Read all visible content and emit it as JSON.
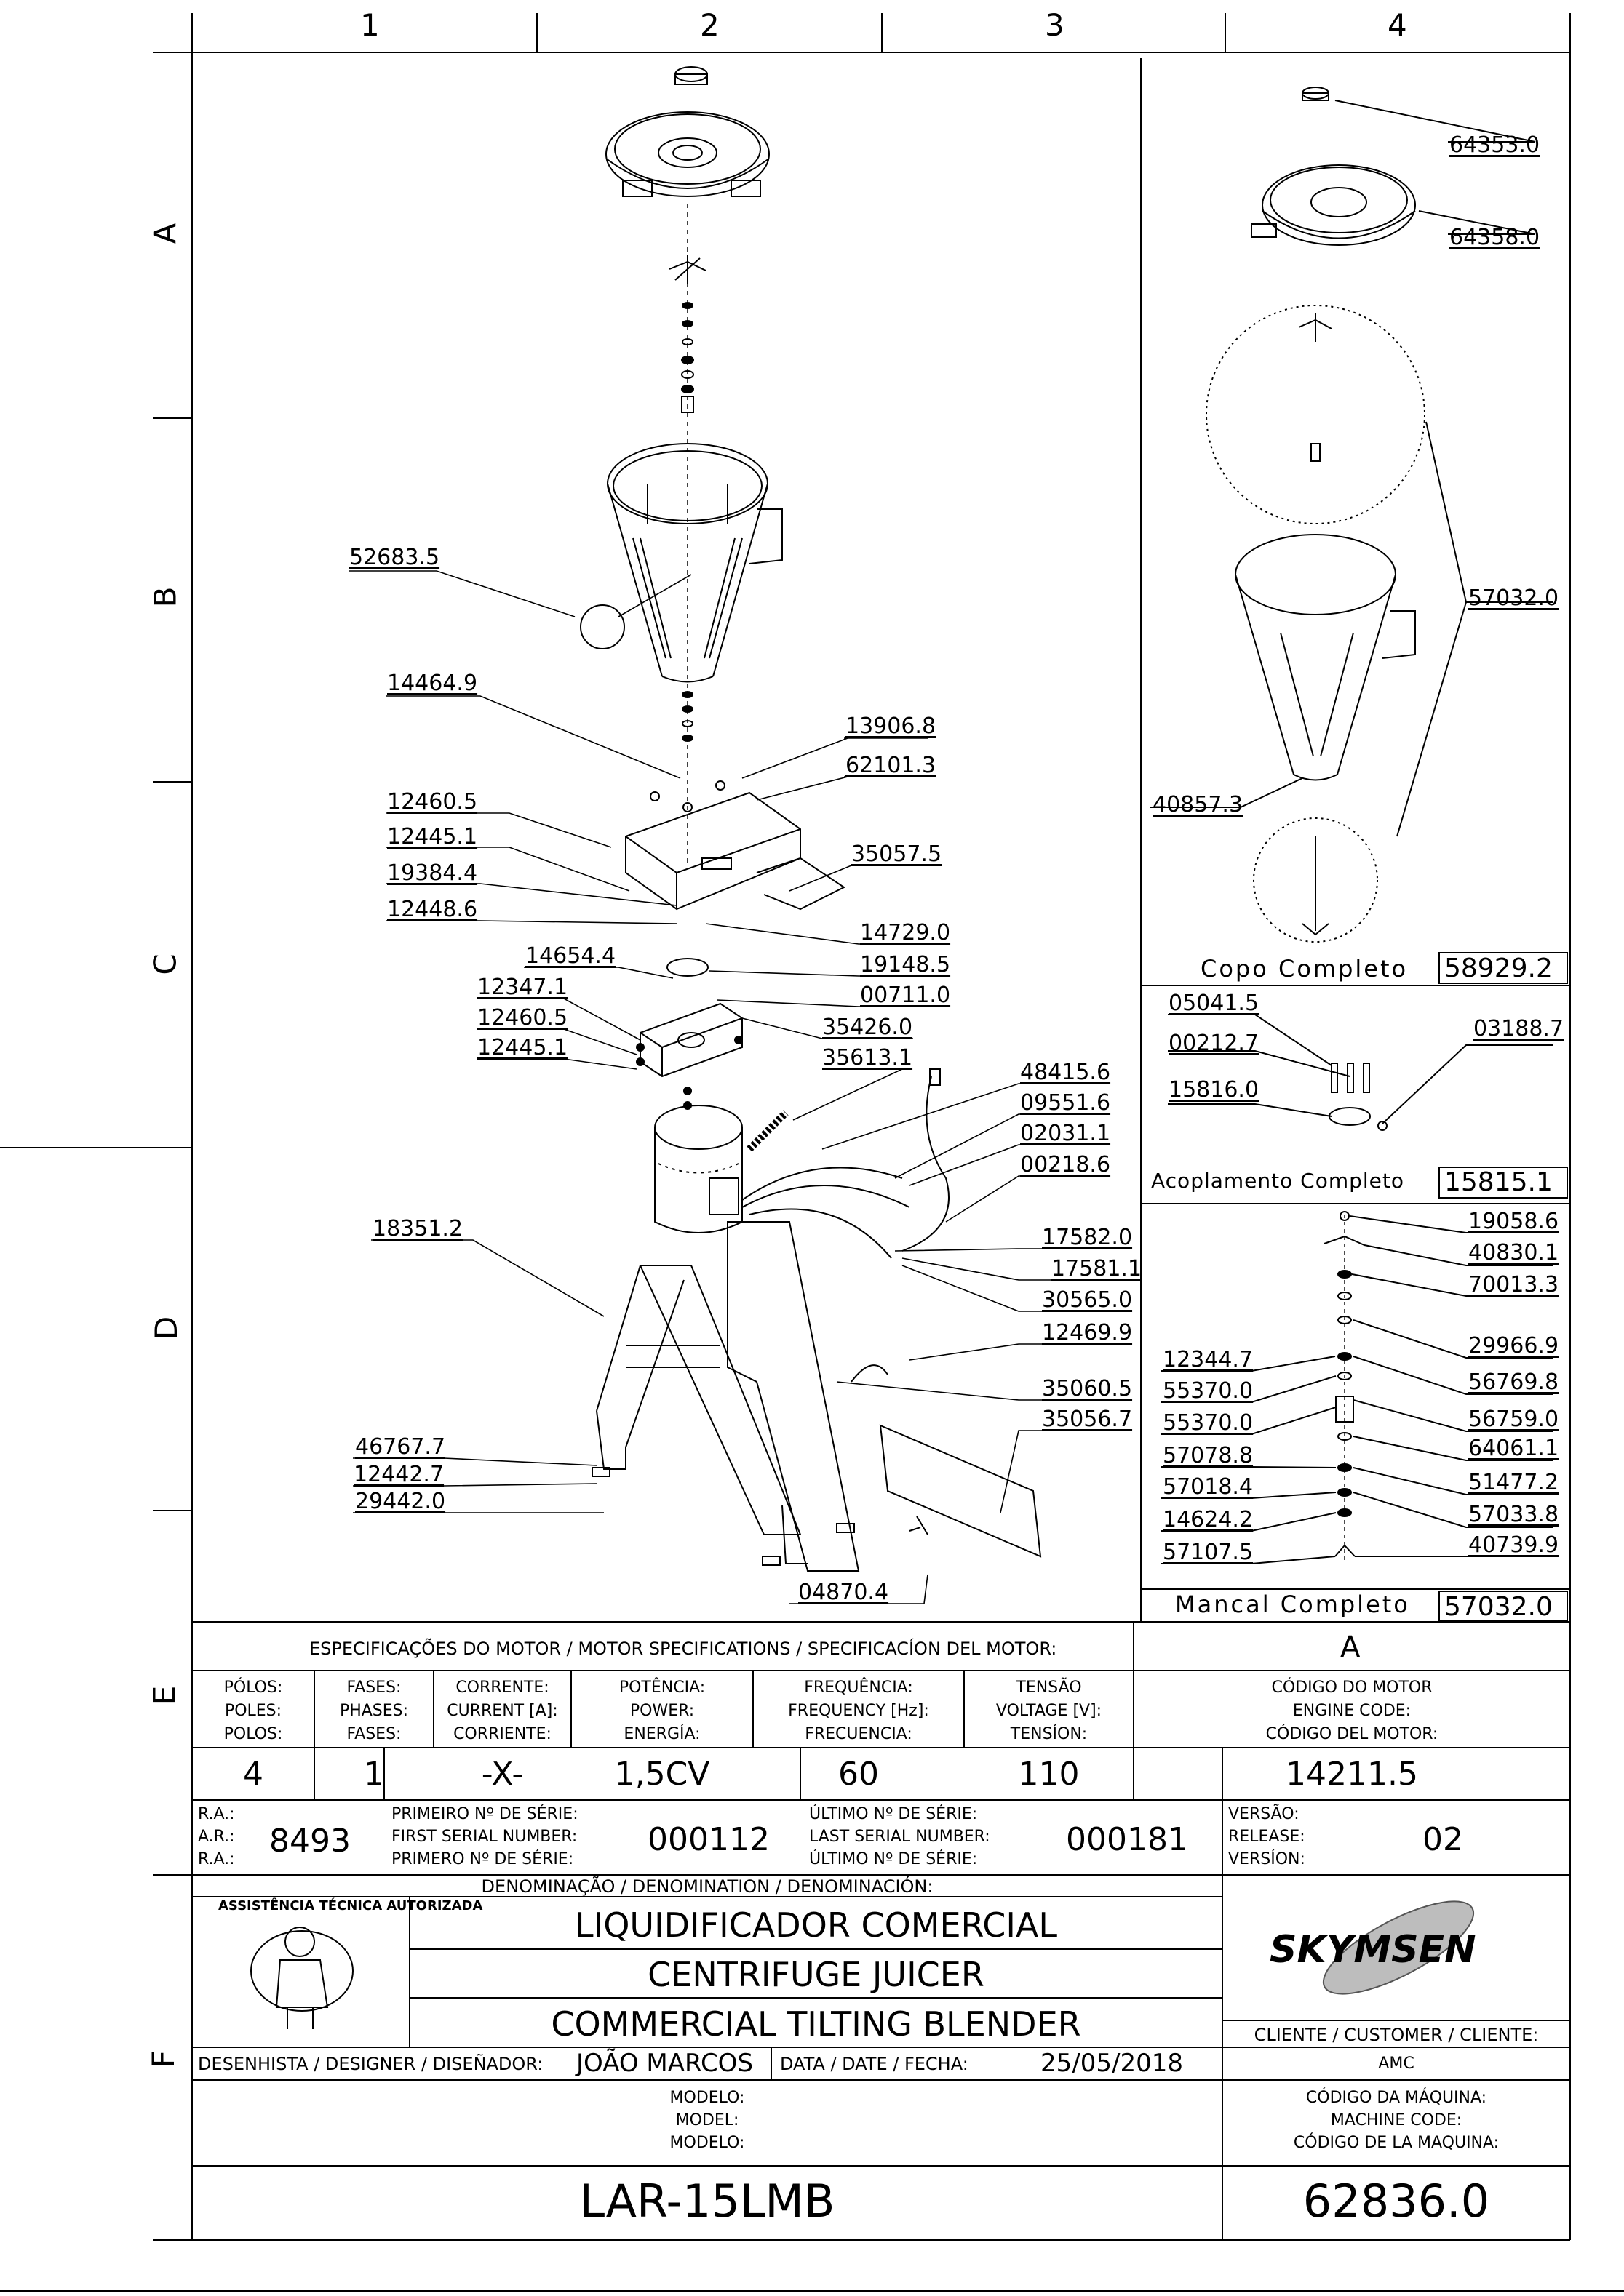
{
  "grid": {
    "columns": [
      "1",
      "2",
      "3",
      "4"
    ],
    "rows": [
      "A",
      "B",
      "C",
      "D",
      "E",
      "F"
    ]
  },
  "assemblies": {
    "copo": {
      "label": "Copo Completo",
      "code": "58929.2"
    },
    "acoplamento": {
      "label": "Acoplamento Completo",
      "code": "15815.1"
    },
    "mancal": {
      "label": "Mancal Completo",
      "code": "57032.0"
    }
  },
  "main_parts": [
    {
      "code": "52683.5"
    },
    {
      "code": "14464.9"
    },
    {
      "code": "13906.8"
    },
    {
      "code": "62101.3"
    },
    {
      "code": "12460.5"
    },
    {
      "code": "12445.1"
    },
    {
      "code": "35057.5"
    },
    {
      "code": "19384.4"
    },
    {
      "code": "12448.6"
    },
    {
      "code": "14729.0"
    },
    {
      "code": "14654.4"
    },
    {
      "code": "19148.5"
    },
    {
      "code": "12347.1"
    },
    {
      "code": "00711.0"
    },
    {
      "code": "12460.5"
    },
    {
      "code": "35426.0"
    },
    {
      "code": "12445.1"
    },
    {
      "code": "35613.1"
    },
    {
      "code": "48415.6"
    },
    {
      "code": "09551.6"
    },
    {
      "code": "02031.1"
    },
    {
      "code": "00218.6"
    },
    {
      "code": "18351.2"
    },
    {
      "code": "17582.0"
    },
    {
      "code": "17581.1"
    },
    {
      "code": "30565.0"
    },
    {
      "code": "12469.9"
    },
    {
      "code": "35060.5"
    },
    {
      "code": "35056.7"
    },
    {
      "code": "46767.7"
    },
    {
      "code": "12442.7"
    },
    {
      "code": "29442.0"
    },
    {
      "code": "04870.4"
    }
  ],
  "copo_parts": [
    {
      "code": "64353.0"
    },
    {
      "code": "64358.0"
    },
    {
      "code": "57032.0"
    },
    {
      "code": "40857.3"
    }
  ],
  "acoplamento_parts": [
    {
      "code": "05041.5"
    },
    {
      "code": "03188.7"
    },
    {
      "code": "00212.7"
    },
    {
      "code": "15816.0"
    }
  ],
  "mancal_parts": [
    {
      "code": "19058.6"
    },
    {
      "code": "40830.1"
    },
    {
      "code": "70013.3"
    },
    {
      "code": "29966.9"
    },
    {
      "code": "12344.7"
    },
    {
      "code": "56769.8"
    },
    {
      "code": "55370.0"
    },
    {
      "code": "56759.0"
    },
    {
      "code": "55370.0"
    },
    {
      "code": "64061.1"
    },
    {
      "code": "57078.8"
    },
    {
      "code": "51477.2"
    },
    {
      "code": "57018.4"
    },
    {
      "code": "57033.8"
    },
    {
      "code": "14624.2"
    },
    {
      "code": "40739.9"
    },
    {
      "code": "57107.5"
    }
  ],
  "motor_spec": {
    "header": "ESPECIFICAÇÕES DO MOTOR / MOTOR SPECIFICATIONS / SPECIFICACÍON DEL MOTOR:",
    "variant": "A",
    "columns": [
      {
        "pt": "PÓLOS:",
        "en": "POLES:",
        "es": "POLOS:",
        "value": "4"
      },
      {
        "pt": "FASES:",
        "en": "PHASES:",
        "es": "FASES:",
        "value": "1"
      },
      {
        "pt": "CORRENTE:",
        "en": "CURRENT [A]:",
        "es": "CORRIENTE:",
        "value": "-X-"
      },
      {
        "pt": "POTÊNCIA:",
        "en": "POWER:",
        "es": "ENERGÍA:",
        "value": "1,5CV"
      },
      {
        "pt": "FREQUÊNCIA:",
        "en": "FREQUENCY [Hz]:",
        "es": "FRECUENCIA:",
        "value": "60"
      },
      {
        "pt": "TENSÃO",
        "en": "VOLTAGE [V]:",
        "es": "TENSÍON:",
        "value": "110"
      }
    ],
    "engine_code": {
      "pt": "CÓDIGO DO MOTOR",
      "en": "ENGINE CODE:",
      "es": "CÓDIGO DEL MOTOR:",
      "value": "14211.5"
    }
  },
  "serials": {
    "ra_labels": [
      "R.A.:",
      "A.R.:",
      "R.A.:"
    ],
    "ra_value": "8493",
    "first_labels": [
      "PRIMEIRO Nº DE SÉRIE:",
      "FIRST SERIAL NUMBER:",
      "PRIMERO Nº DE SÉRIE:"
    ],
    "first_value": "000112",
    "last_labels": [
      "ÚLTIMO Nº DE SÉRIE:",
      "LAST SERIAL NUMBER:",
      "ÚLTIMO Nº DE SÉRIE:"
    ],
    "last_value": "000181",
    "version_labels": [
      "VERSÃO:",
      "RELEASE:",
      "VERSÍON:"
    ],
    "version_value": "02"
  },
  "title_block": {
    "denomination_label": "DENOMINAÇÃO / DENOMINATION / DENOMINACIÓN:",
    "names": [
      "LIQUIDIFICADOR COMERCIAL",
      "CENTRIFUGE JUICER",
      "COMMERCIAL TILTING BLENDER"
    ],
    "seal_text": "ASSISTÊNCIA TÉCNICA AUTORIZADA",
    "brand": "SKYMSEN",
    "customer_label": "CLIENTE / CUSTOMER / CLIENTE:",
    "customer_value": "AMC",
    "designer_label": "DESENHISTA / DESIGNER / DISEÑADOR:",
    "designer_value": "JOÃO MARCOS",
    "date_label": "DATA / DATE / FECHA:",
    "date_value": "25/05/2018",
    "model_labels": [
      "MODELO:",
      "MODEL:",
      "MODELO:"
    ],
    "model_value": "LAR-15LMB",
    "machine_code_labels": [
      "CÓDIGO DA MÁQUINA:",
      "MACHINE CODE:",
      "CÓDIGO DE LA MAQUINA:"
    ],
    "machine_code_value": "62836.0"
  }
}
